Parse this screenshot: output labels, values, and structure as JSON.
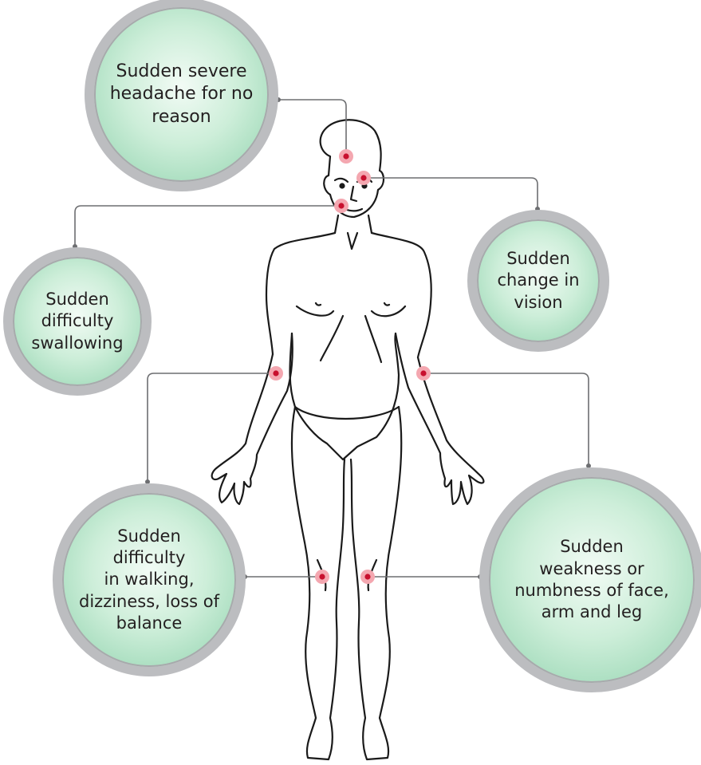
{
  "symptoms": {
    "headache": "Sudden severe\nheadache for no\nreason",
    "swallowing": "Sudden\ndifficulty\nswallowing",
    "vision": "Sudden\nchange in\nvision",
    "walking": "Sudden\ndifficulty\nin walking,\ndizziness, loss of\nbalance",
    "weakness": "Sudden\nweakness or\nnumbness of face,\narm and leg"
  },
  "colors": {
    "bubble_fill": "#a6dcbd",
    "bubble_ring": "#bcbdc0",
    "marker": "#c8102e",
    "marker_halo": "#f4a7b0",
    "connector": "#6d6e71",
    "body_outline": "#1a1a1a"
  }
}
